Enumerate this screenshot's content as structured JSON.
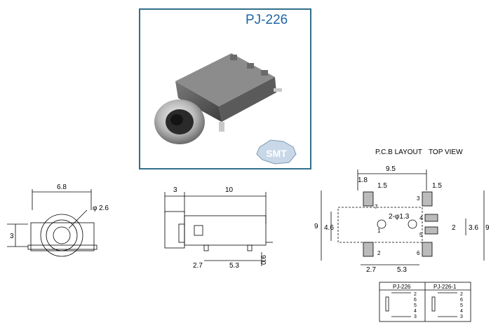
{
  "photo": {
    "model": "PJ-226",
    "badge": "SMT"
  },
  "headings": {
    "pcb": "P.C.B LAYOUT",
    "top": "TOP VIEW"
  },
  "front_view": {
    "width": "6.8",
    "diameter": "2.6",
    "diameter_symbol": "φ",
    "height": "3"
  },
  "side_view": {
    "front": "3",
    "length": "10",
    "d1": "2.7",
    "d2": "5.3",
    "pin": "0.6"
  },
  "pcb_view": {
    "width": "9.5",
    "d_18": "1.8",
    "d_15a": "1.5",
    "d_15b": "1.5",
    "h_9_left": "9",
    "h_46": "4.6",
    "hole": "2-φ1.3",
    "h_2": "2",
    "h_36": "3.6",
    "h_9_right": "9",
    "b_27": "2.7",
    "b_53": "5.3",
    "pins": [
      "7",
      "3",
      "4",
      "5",
      "6",
      "2",
      "1"
    ]
  },
  "schematic": {
    "left": "PJ-226",
    "right": "PJ-226-1",
    "pins": [
      "2",
      "6",
      "5",
      "4",
      "3"
    ]
  }
}
